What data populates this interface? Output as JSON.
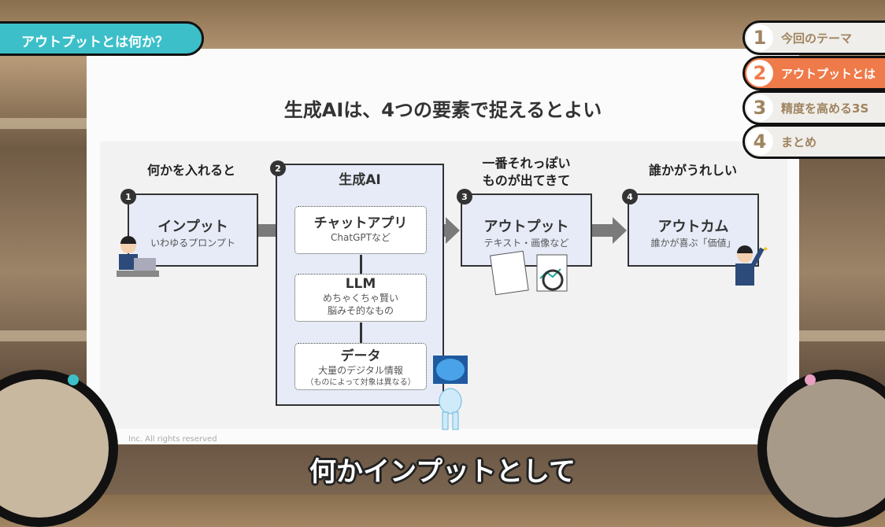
{
  "banner": "アウトプットとは何か？",
  "nav": [
    {
      "num": "1",
      "label": "今回のテーマ"
    },
    {
      "num": "2",
      "label": "アウトプットとは"
    },
    {
      "num": "3",
      "label": "精度を高める3S"
    },
    {
      "num": "4",
      "label": "まとめ"
    }
  ],
  "slide": {
    "title": "生成AIは、4つの要素で捉えるとよい",
    "steps": [
      {
        "badge": "1",
        "header": "何かを入れると",
        "title": "インプット",
        "sub": "いわゆるプロンプト"
      },
      {
        "badge": "2",
        "header": "生成AI",
        "inner": [
          {
            "title": "チャットアプリ",
            "sub": "ChatGPTなど"
          },
          {
            "title": "LLM",
            "sub": "めちゃくちゃ賢い",
            "sub2": "脳みそ的なもの"
          },
          {
            "title": "データ",
            "sub": "大量のデジタル情報",
            "sub2": "（ものによって対象は異なる）"
          }
        ]
      },
      {
        "badge": "3",
        "header": "一番それっぽい",
        "header2": "ものが出てきて",
        "title": "アウトプット",
        "sub": "テキスト・画像など"
      },
      {
        "badge": "4",
        "header": "誰かがうれしい",
        "title": "アウトカム",
        "sub": "誰かが喜ぶ「価値」"
      }
    ],
    "copyright": "Inc. All rights reserved"
  },
  "subtitle": "何かインプットとして"
}
